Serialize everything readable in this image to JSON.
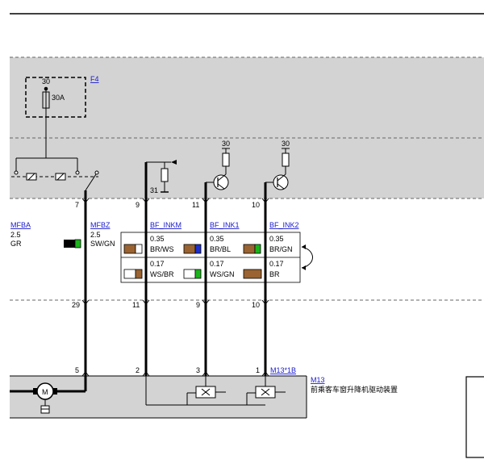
{
  "fuse": {
    "link": "F4",
    "pin": "30",
    "rating": "30A"
  },
  "relay_terminals": {
    "t31": "31",
    "tr1": "30",
    "tr2": "30"
  },
  "connector_top_pins": [
    "7",
    "9",
    "11",
    "10"
  ],
  "connector_mid_pins": [
    "29",
    "11",
    "9",
    "10"
  ],
  "connector_bottom_pins": [
    "5",
    "2",
    "3",
    "1"
  ],
  "wires": [
    {
      "link": "MFBA",
      "size": "2.5",
      "color": "GR"
    },
    {
      "link": "MFBZ",
      "size": "2.5",
      "color": "SW/GN"
    },
    {
      "link": "BF_INKM",
      "size_a": "0.35",
      "color_a": "BR/WS",
      "size_b": "0.17",
      "color_b": "WS/BR"
    },
    {
      "link": "BF_INK1",
      "size_a": "0.35",
      "color_a": "BR/BL",
      "size_b": "0.17",
      "color_b": "WS/GN"
    },
    {
      "link": "BF_INK2",
      "size_a": "0.35",
      "color_a": "BR/GN",
      "size_b": "0.17",
      "color_b": "BR"
    }
  ],
  "component": {
    "connector_link": "M13*1B",
    "link": "M13",
    "name": "前乘客车窗升降机驱动装置"
  },
  "colors": {
    "panel": "#d3d3d3",
    "brown": "#9a6331",
    "blue": "#1f2fc9",
    "green": "#1ab51a",
    "link": "#1a1acc"
  }
}
